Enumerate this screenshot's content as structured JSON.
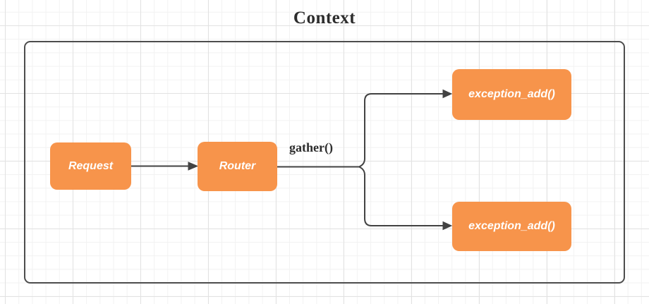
{
  "diagram": {
    "title": "Context",
    "nodes": [
      {
        "id": "request",
        "label": "Request"
      },
      {
        "id": "router",
        "label": "Router"
      },
      {
        "id": "exception-add-top",
        "label": "exception_add()"
      },
      {
        "id": "exception-add-bottom",
        "label": "exception_add()"
      }
    ],
    "edge_labels": {
      "gather": "gather()"
    },
    "colors": {
      "node_fill": "#f7944b",
      "node_text": "#ffffff",
      "edge_stroke": "#424242",
      "container_border": "#4d4d4d",
      "title_text": "#2d2d2d",
      "grid_minor": "#f2f2f2",
      "grid_major": "#e2e2e2",
      "canvas_bg": "#ffffff"
    }
  }
}
